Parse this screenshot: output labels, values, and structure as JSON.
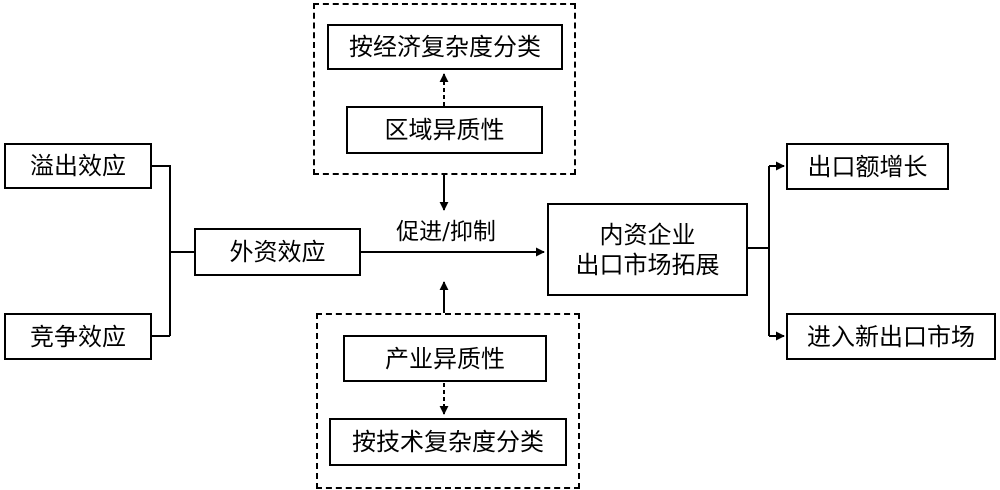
{
  "nodes": {
    "spillover": "溢出效应",
    "competition": "竞争效应",
    "fdi_effect": "外资效应",
    "regional_heterogeneity": "区域异质性",
    "by_economic_complexity": "按经济复杂度分类",
    "industry_heterogeneity": "产业异质性",
    "by_technical_complexity": "按技术复杂度分类",
    "domestic_export_expansion": [
      "内资企业",
      "出口市场拓展"
    ],
    "export_growth": "出口额增长",
    "new_markets": "进入新出口市场"
  },
  "edge_label": "促进/抑制"
}
